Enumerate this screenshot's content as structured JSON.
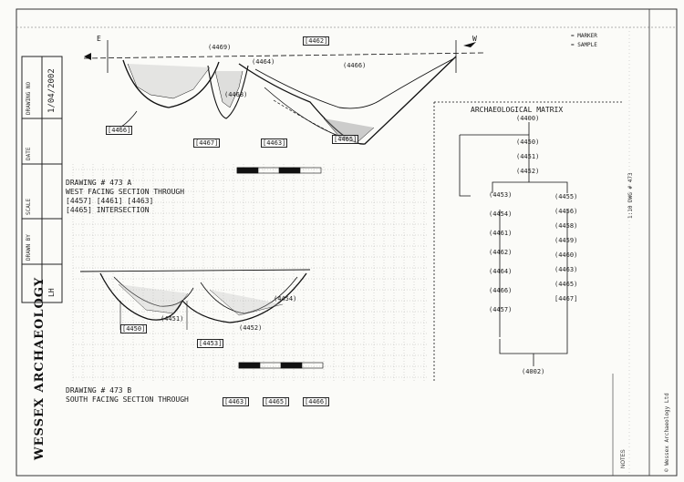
{
  "title_block": {
    "brand": "WESSEX ARCHAEOLOGY",
    "date_value": "1/04/2002",
    "drawn_by": "LH",
    "fields": [
      "DRAWING NO",
      "DATE",
      "SCALE",
      "DRAWN BY"
    ]
  },
  "section_a": {
    "east_label": "E",
    "west_label": "W",
    "context_boxes": [
      "[4466]",
      "[4462]",
      "[4467]",
      "[4463]",
      "[4465]"
    ],
    "fill_labels": [
      "(4469)",
      "(4464)",
      "(4468)",
      "(4466)"
    ]
  },
  "section_a_caption": {
    "line1": "DRAWING # 473 A",
    "line2": "WEST FACING SECTION THROUGH",
    "line3": "[4457] [4461] [4463]",
    "line4": "[4465] INTERSECTION"
  },
  "section_b": {
    "context_boxes": [
      "[4450]",
      "[4453]"
    ],
    "fill_labels": [
      "(4451)",
      "(4452)",
      "(4454)"
    ]
  },
  "section_b_caption": {
    "line1": "DRAWING # 473 B",
    "line2": "SOUTH FACING SECTION THROUGH",
    "boxes": [
      "[4463]",
      "[4465]",
      "[4466]"
    ]
  },
  "matrix": {
    "title": "ARCHAEOLOGICAL MATRIX",
    "top": "(4400)",
    "left_column": [
      "(4450)",
      "(4451)",
      "(4452)",
      "(4453)",
      "(4454)",
      "(4461)",
      "(4462)",
      "(4464)",
      "(4466)",
      "(4457)"
    ],
    "right_column": [
      "(4455)",
      "(4456)",
      "(4458)",
      "(4459)",
      "(4460)",
      "(4463)",
      "(4465)",
      "[4467]"
    ],
    "bottom": "(4002)"
  },
  "legend": {
    "line1": "= MARKER",
    "line2": "= SAMPLE"
  },
  "side_text": {
    "scale_note": "1:10 DWG # 473",
    "copyright": "© Wessex Archaeology Ltd",
    "notes": "NOTES"
  }
}
